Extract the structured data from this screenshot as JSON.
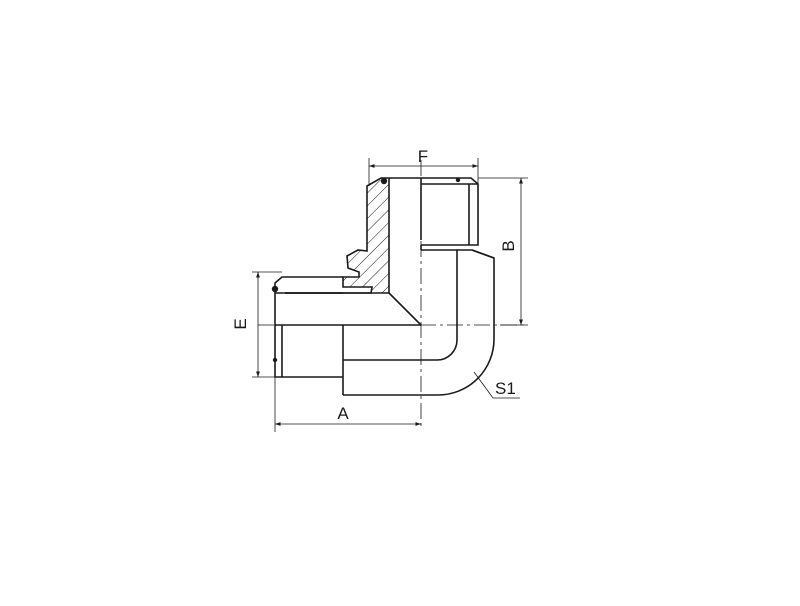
{
  "labels": {
    "f": "F",
    "b": "B",
    "e": "E",
    "a": "A",
    "s1": "S1"
  },
  "colors": {
    "stroke": "#1a1a1a",
    "background": "#ffffff"
  }
}
